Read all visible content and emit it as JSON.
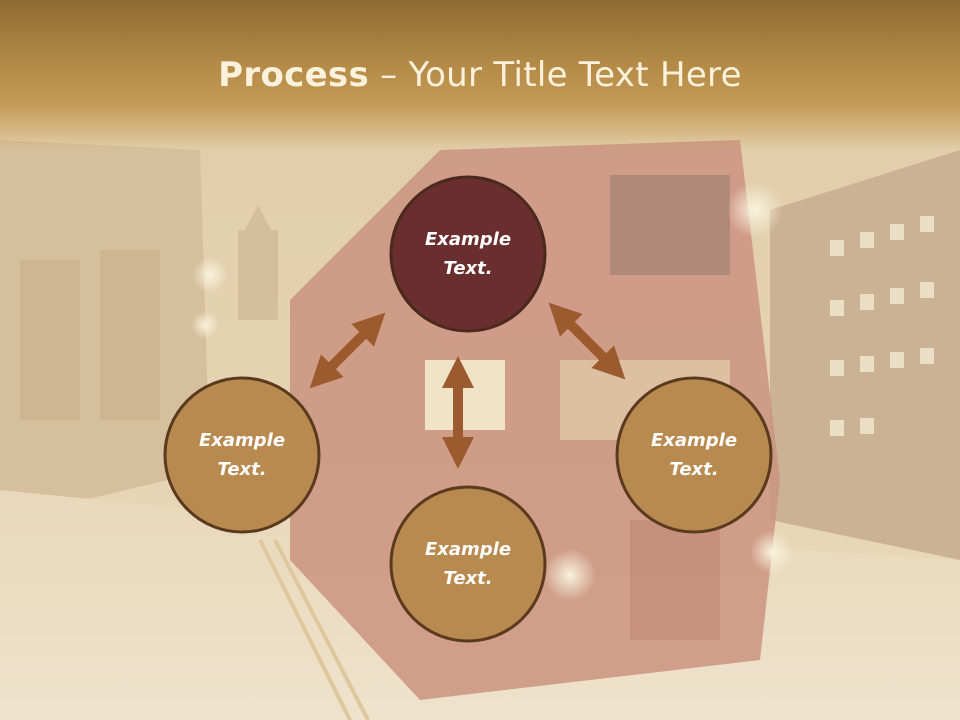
{
  "slide": {
    "title_bold": "Process",
    "title_dash": " – ",
    "title_rest": "Your Title Text Here"
  },
  "nodes": [
    {
      "id": "top",
      "text_line1": "Example",
      "text_line2": "Text.",
      "color": "#6b2e2e"
    },
    {
      "id": "left",
      "text_line1": "Example",
      "text_line2": "Text.",
      "color": "#b88a4f"
    },
    {
      "id": "right",
      "text_line1": "Example",
      "text_line2": "Text.",
      "color": "#b88a4f"
    },
    {
      "id": "bottom",
      "text_line1": "Example",
      "text_line2": "Text.",
      "color": "#b88a4f"
    }
  ],
  "colors": {
    "accent_dark": "#6b2e2e",
    "accent_gold": "#b88a4f",
    "ring": "#5a3a1e",
    "arrow": "#9b5b2f",
    "header": "#b58c47"
  },
  "background": {
    "description_icon": "double-decker-bus-night-street-photo"
  }
}
